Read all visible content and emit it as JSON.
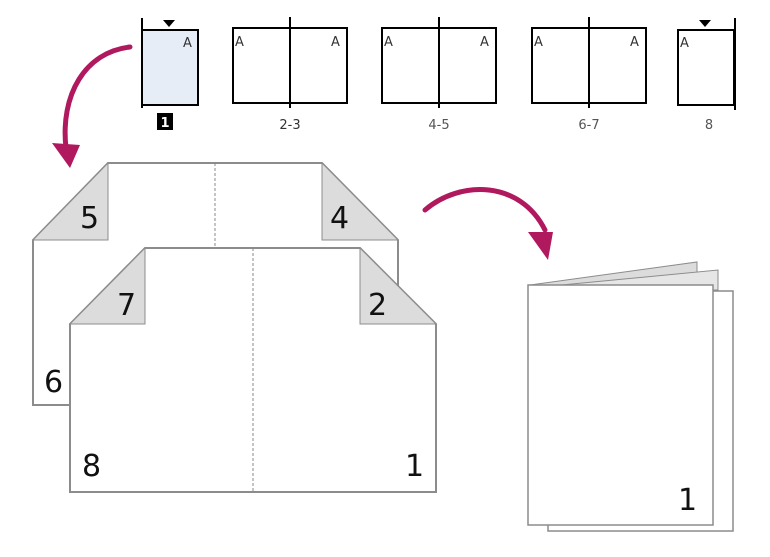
{
  "thumbnails": [
    {
      "label": "1",
      "type": "single-right",
      "highlighted": true,
      "marker": "A"
    },
    {
      "label": "2-3",
      "type": "spread",
      "marker_left": "A",
      "marker_right": "A"
    },
    {
      "label": "4-5",
      "type": "spread",
      "marker_left": "A",
      "marker_right": "A"
    },
    {
      "label": "6-7",
      "type": "spread",
      "marker_left": "A",
      "marker_right": "A"
    },
    {
      "label": "8",
      "type": "single-left",
      "marker": "A"
    }
  ],
  "back_sheet": {
    "top_left": "5",
    "top_right": "4",
    "bottom_left": "6"
  },
  "front_sheet": {
    "top_left": "7",
    "top_right": "2",
    "bottom_left": "8",
    "bottom_right": "1"
  },
  "booklet": {
    "page_number": "1"
  },
  "colors": {
    "arrow": "#b0195e",
    "fold": "#dcdcdc",
    "outline": "#8c8c8c",
    "highlight": "#e6edf7"
  }
}
